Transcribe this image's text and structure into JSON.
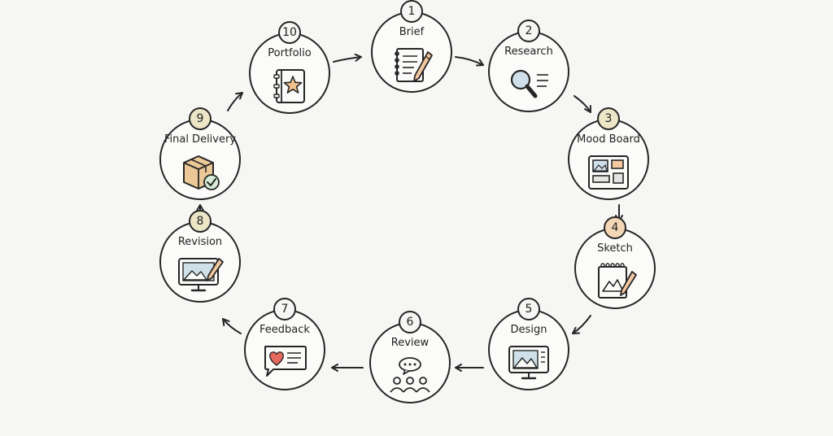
{
  "steps": [
    {
      "num": "1",
      "label": "Brief"
    },
    {
      "num": "2",
      "label": "Research"
    },
    {
      "num": "3",
      "label": "Mood Board"
    },
    {
      "num": "4",
      "label": "Sketch"
    },
    {
      "num": "5",
      "label": "Design"
    },
    {
      "num": "6",
      "label": "Review"
    },
    {
      "num": "7",
      "label": "Feedback"
    },
    {
      "num": "8",
      "label": "Revision"
    },
    {
      "num": "9",
      "label": "Final Delivery"
    },
    {
      "num": "10",
      "label": "Portfolio"
    }
  ],
  "colors": {
    "outline": "#262626",
    "badge_default": "#f6f6f4",
    "badge_3_4_9": "#ece5c6",
    "badge_4": "#f3d7b6",
    "accent_peach": "#f5c9a0",
    "accent_blue": "#cfe0ea",
    "heart": "#e56a5e",
    "box": "#ebc896",
    "star": "#f2c28d",
    "check": "#d6ecd4"
  }
}
